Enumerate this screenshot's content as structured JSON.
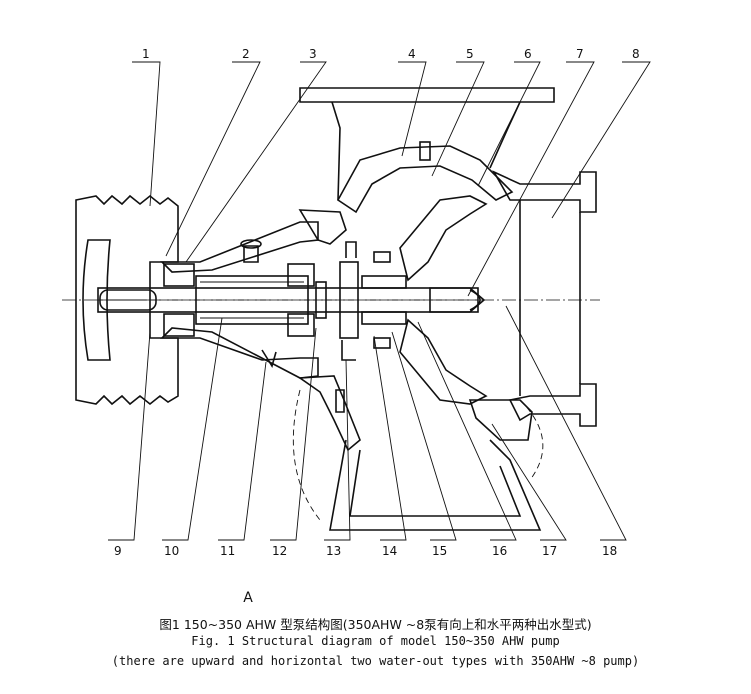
{
  "callouts": [
    "1",
    "2",
    "3",
    "4",
    "5",
    "6",
    "7",
    "8",
    "9",
    "10",
    "11",
    "12",
    "13",
    "14",
    "15",
    "16",
    "17",
    "18"
  ],
  "view_label": "A",
  "caption": {
    "chinese": "图1 150~350 AHW 型泵结构图(350AHW ~8泵有向上和水平两种出水型式)",
    "english_line1": "Fig. 1 Structural diagram of model 150~350 AHW pump",
    "english_line2": "(there are upward and horizontal two water-out types with 350AHW ~8 pump)"
  }
}
